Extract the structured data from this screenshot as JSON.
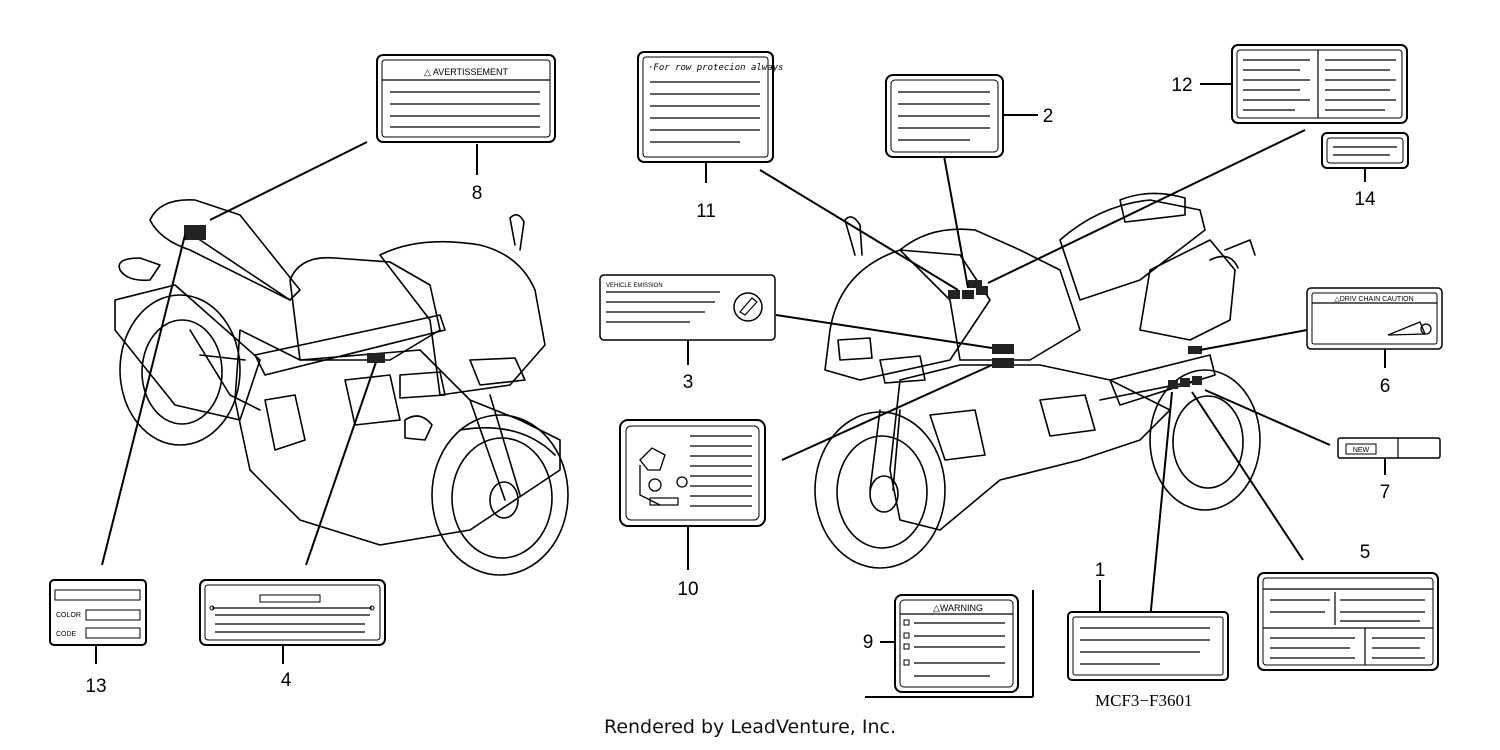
{
  "diagram": {
    "callouts": {
      "c1": "1",
      "c2": "2",
      "c3": "3",
      "c4": "4",
      "c5": "5",
      "c6": "6",
      "c7": "7",
      "c8": "8",
      "c9": "9",
      "c10": "10",
      "c11": "11",
      "c12": "12",
      "c13": "13",
      "c14": "14"
    },
    "label_text": {
      "avertissement": "△ AVERTISSEMENT",
      "tire_pressure": "·For row protecion always",
      "vehicle_emission": "VEHICLE EMISSION",
      "drive_chain": "△DRIV CHAIN CAUTION",
      "new": "NEW",
      "warning": "△WARNING",
      "color": "COLOR",
      "code": "CODE"
    },
    "diagram_code": "MCF3−F3601",
    "footer": "Rendered by LeadVenture, Inc."
  }
}
